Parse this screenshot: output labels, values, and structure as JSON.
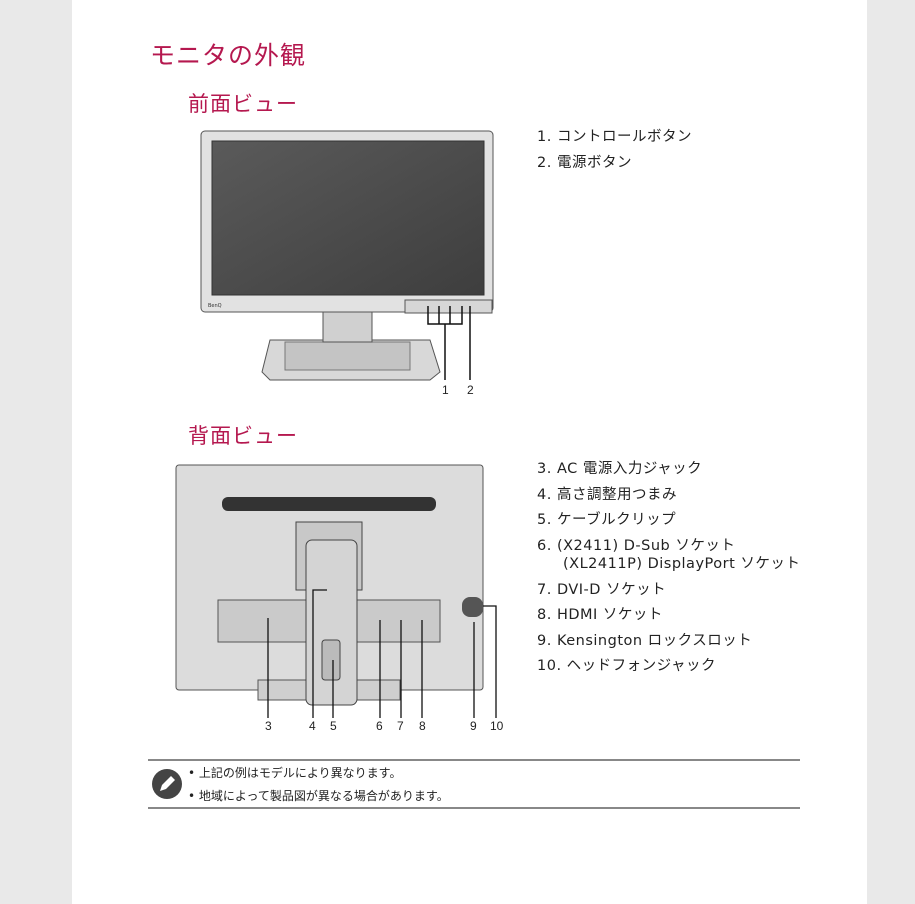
{
  "section_title": "モニタの外観",
  "front": {
    "title": "前面ビュー",
    "callouts": [
      "1",
      "2"
    ],
    "items": [
      {
        "num": "1.",
        "text": "コントロールボタン"
      },
      {
        "num": "2.",
        "text": "電源ボタン"
      }
    ],
    "brand": "BenQ"
  },
  "rear": {
    "title": "背面ビュー",
    "callouts": [
      "3",
      "4",
      "5",
      "6",
      "7",
      "8",
      "9",
      "10"
    ],
    "items": [
      {
        "num": "3.",
        "text": "AC 電源入力ジャック"
      },
      {
        "num": "4.",
        "text": "高さ調整用つまみ"
      },
      {
        "num": "5.",
        "text": "ケーブルクリップ"
      },
      {
        "num": "6.",
        "text": "(X2411) D-Sub ソケット",
        "sub": "(XL2411P) DisplayPort ソケット"
      },
      {
        "num": "7.",
        "text": "DVI-D ソケット"
      },
      {
        "num": "8.",
        "text": "HDMI ソケット"
      },
      {
        "num": "9.",
        "text": "Kensington ロックスロット"
      },
      {
        "num": "10.",
        "text": "ヘッドフォンジャック"
      }
    ]
  },
  "note": {
    "icon": "pencil-icon",
    "lines": [
      "• 上記の例はモデルにより異なります。",
      "• 地域によって製品図が異なる場合があります。"
    ]
  },
  "colors": {
    "heading": "#b5184f"
  }
}
